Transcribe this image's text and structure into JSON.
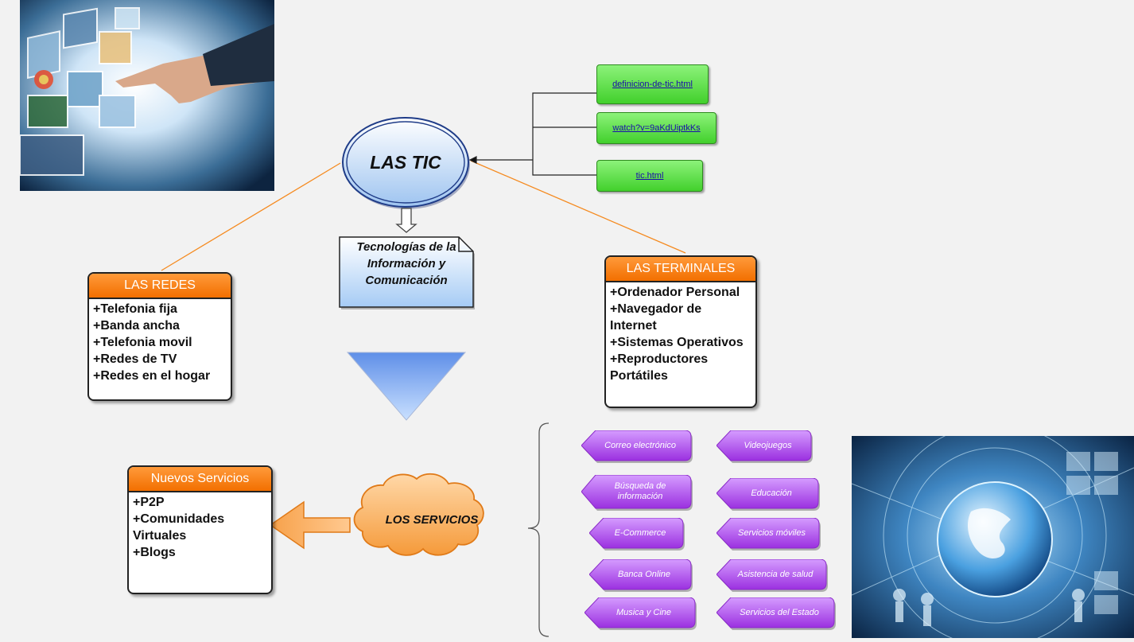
{
  "center": {
    "title": "LAS TIC"
  },
  "note": {
    "lines": [
      "Tecnologías de la",
      "Información y",
      "Comunicación"
    ]
  },
  "links": [
    {
      "label": "definicion-de-tic.html"
    },
    {
      "label": "watch?v=9aKdUiptkKs"
    },
    {
      "label": "tic.html"
    }
  ],
  "redes": {
    "title": "LAS REDES",
    "items": [
      "+Telefonia fija",
      "+Banda ancha",
      "+Telefonia movil",
      "+Redes de TV",
      "+Redes en el hogar"
    ]
  },
  "terminales": {
    "title": "LAS TERMINALES",
    "items": [
      "+Ordenador Personal",
      "+Navegador de",
      "Internet",
      "+Sistemas Operativos",
      "+Reproductores",
      "Portátiles"
    ]
  },
  "nuevos": {
    "title": "Nuevos Servicios",
    "items": [
      "+P2P",
      "+Comunidades",
      "Virtuales",
      "+Blogs"
    ]
  },
  "servicios": {
    "title": "LOS SERVICIOS",
    "tags": [
      "Correo electrónico",
      "Videojuegos",
      "Búsqueda de información",
      "Educación",
      "E-Commerce",
      "Servicios móviles",
      "Banca Online",
      "Asistencia de salud",
      "Musica y Cine",
      "Servicios del Estado"
    ]
  },
  "colors": {
    "orange": "#f57c0a",
    "green": "#4cd436",
    "purple": "#a63be6",
    "blue": "#a8c8f0"
  },
  "images": {
    "top_left": "hand-touching-screens-photo",
    "bottom_right": "globe-network-photo"
  }
}
